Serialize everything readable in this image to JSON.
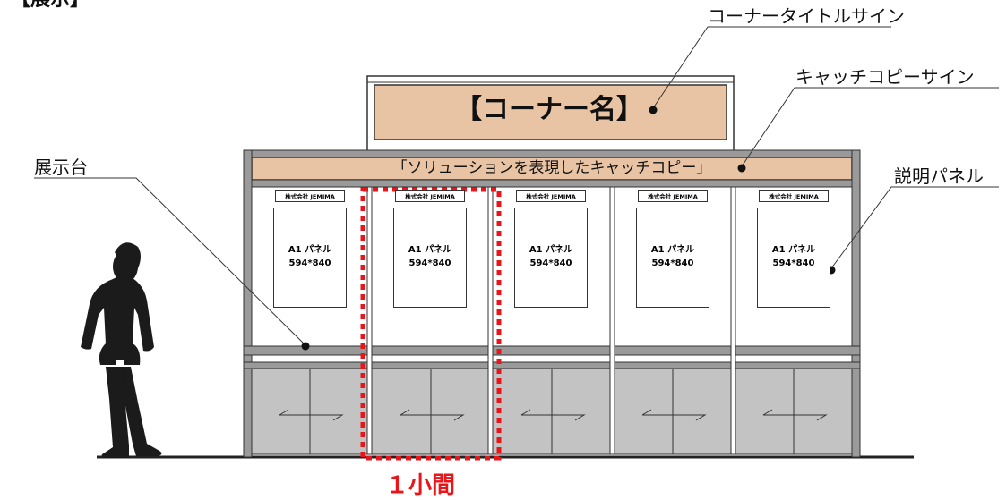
{
  "labels": {
    "header_partial": "【展示】",
    "corner_title_sign": "コーナータイトルサイン",
    "catch_copy_sign": "キャッチコピーサイン",
    "display_stand": "展示台",
    "description_panel": "説明パネル",
    "one_unit": "１小間"
  },
  "signs": {
    "corner_name": "【コーナー名】",
    "catch_copy": "「ソリューションを表現したキャッチコピー」"
  },
  "booths": [
    {
      "badge": "株式会社 JEMIMA",
      "panel_name": "A1 パネル",
      "panel_size": "594*840"
    },
    {
      "badge": "株式会社 JEMIMA",
      "panel_name": "A1 パネル",
      "panel_size": "594*840"
    },
    {
      "badge": "株式会社 JEMIMA",
      "panel_name": "A1 パネル",
      "panel_size": "594*840"
    },
    {
      "badge": "株式会社 JEMIMA",
      "panel_name": "A1 パネル",
      "panel_size": "594*840"
    },
    {
      "badge": "株式会社 JEMIMA",
      "panel_name": "A1 パネル",
      "panel_size": "594*840"
    }
  ],
  "colors": {
    "sign_fill": "#e8c4a4",
    "frame_gray": "#9a9a9a",
    "counter_gray": "#c3c3c3",
    "highlight_red": "#e8151b",
    "silhouette": "#1b1b1b"
  }
}
